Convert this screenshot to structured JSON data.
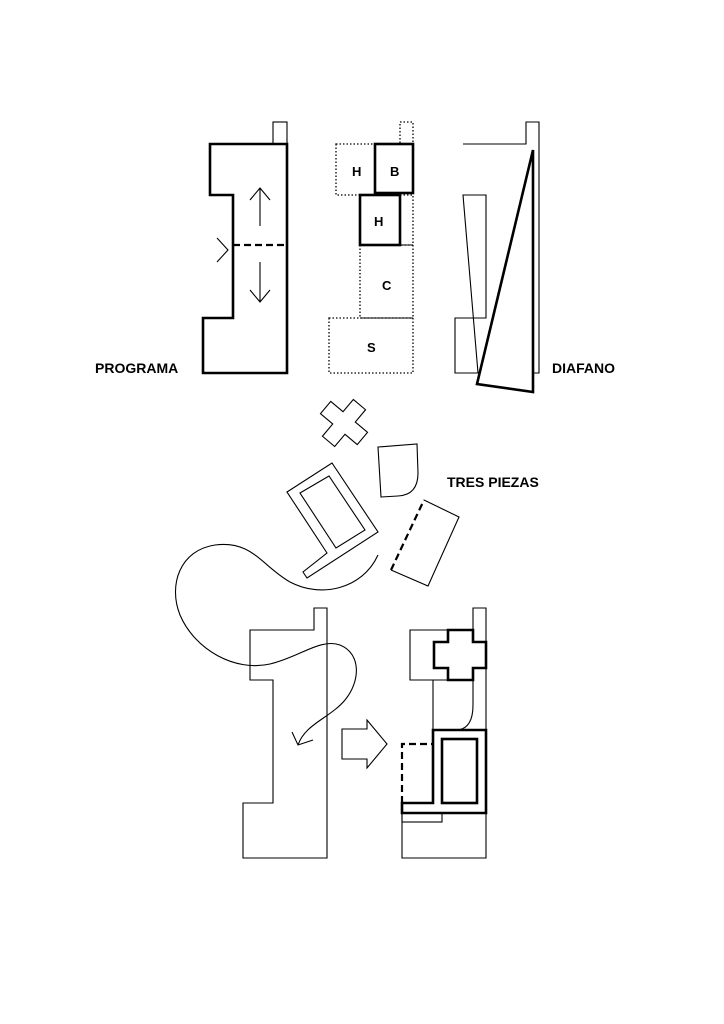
{
  "labels": {
    "programa": "PROGRAMA",
    "diafano": "DIAFANO",
    "tres_piezas": "TRES PIEZAS"
  },
  "rooms": {
    "h_top": "H",
    "b": "B",
    "h_mid": "H",
    "c": "C",
    "s": "S"
  },
  "colors": {
    "ink": "#000000",
    "background": "#ffffff"
  }
}
